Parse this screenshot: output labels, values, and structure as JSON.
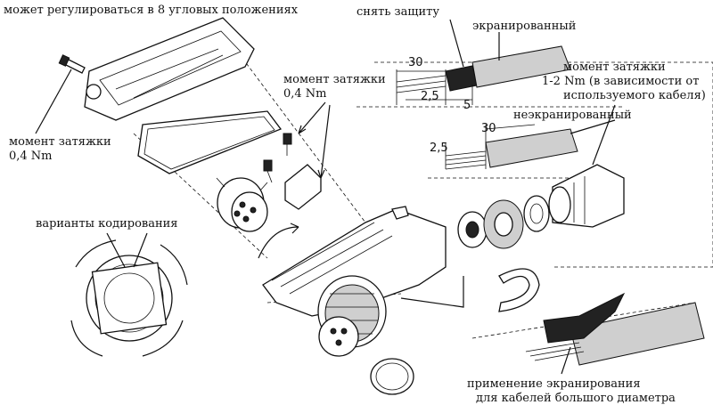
{
  "labels": {
    "angles": "может регулироваться в 8 угловых положениях",
    "torque_left_1": "момент затяжки",
    "torque_left_2": "0,4 Nm",
    "torque_mid_1": "момент затяжки",
    "torque_mid_2": "0,4 Nm",
    "strip": "снять защиту",
    "shielded": "экранированный",
    "torque_right_1": "момент затяжки",
    "torque_right_2": "1-2 Nm (в зависимости от",
    "torque_right_3": "используемого кабеля)",
    "unshielded": "неэкранированный",
    "coding": "варианты кодирования",
    "large_cable_1": "применение экранирования",
    "large_cable_2": "для кабелей большого диаметра"
  },
  "dimensions": {
    "d30_top": "30",
    "d25_top": "2,5",
    "d5_top": "5",
    "d30_bottom": "30",
    "d25_bottom": "2,5"
  },
  "icons": [
    "screw-icon",
    "arrow-icon",
    "rotation-arrows-icon"
  ]
}
